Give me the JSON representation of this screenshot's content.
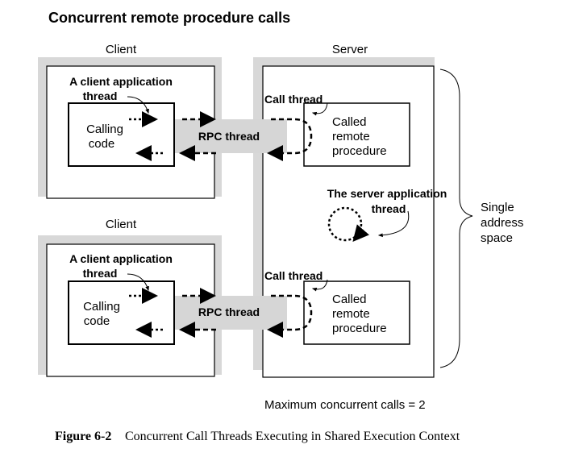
{
  "diagram": {
    "title": "Concurrent remote procedure calls",
    "server_label": "Server",
    "clients": [
      {
        "label": "Client",
        "app_thread_line1": "A client application",
        "app_thread_line2": "thread",
        "calling_line1": "Calling",
        "calling_line2": "code",
        "rpc_thread": "RPC thread",
        "call_thread": "Call thread",
        "called_line1": "Called",
        "called_line2": "remote",
        "called_line3": "procedure"
      },
      {
        "label": "Client",
        "app_thread_line1": "A client application",
        "app_thread_line2": "thread",
        "calling_line1": "Calling",
        "calling_line2": "code",
        "rpc_thread": "RPC thread",
        "call_thread": "Call thread",
        "called_line1": "Called",
        "called_line2": "remote",
        "called_line3": "procedure"
      }
    ],
    "server_app_thread_line1": "The server application",
    "server_app_thread_line2": "thread",
    "address_space_line1": "Single",
    "address_space_line2": "address",
    "address_space_line3": "space",
    "max_calls": "Maximum concurrent calls  =  2"
  },
  "caption": {
    "figure_number": "Figure 6-2",
    "text": "Concurrent Call Threads Executing in Shared Execution Context"
  }
}
